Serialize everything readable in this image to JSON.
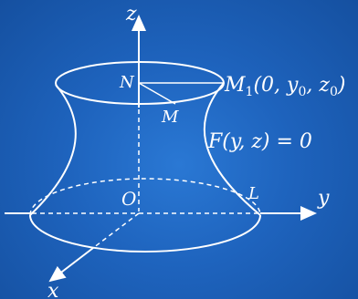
{
  "colors": {
    "background": "#1e63bd",
    "lines": "#ffffff"
  },
  "labels": {
    "z_axis": "z",
    "y_axis": "y",
    "x_axis": "x",
    "origin": "O",
    "point_N": "N",
    "point_M": "M",
    "point_M1": "M",
    "point_M1_sub": "1",
    "point_M1_coords": "(0, y",
    "y0_sub": "0",
    "comma_z": ", z",
    "z0_sub": "0",
    "close_paren": ")",
    "curve_F": "F",
    "curve_args": "(y, z) = 0",
    "curve_L": "L"
  }
}
